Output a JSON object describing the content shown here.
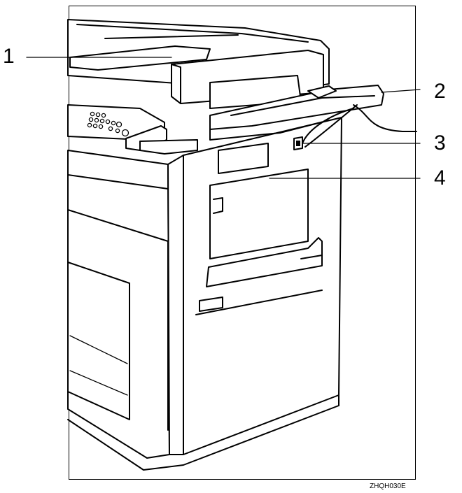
{
  "figure": {
    "code": "ZHQH030E",
    "callouts": [
      {
        "label": "1"
      },
      {
        "label": "2"
      },
      {
        "label": "3"
      },
      {
        "label": "4"
      }
    ]
  }
}
